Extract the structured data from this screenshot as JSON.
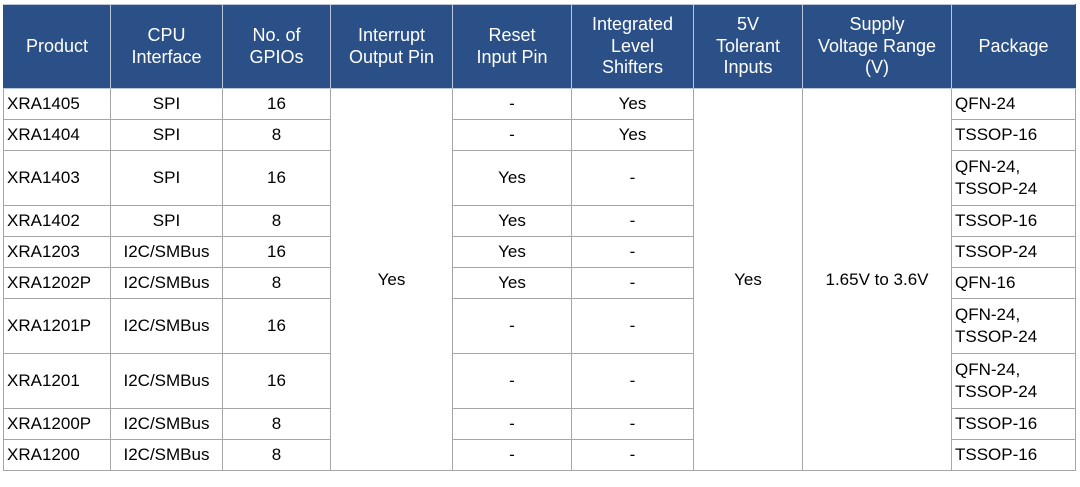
{
  "table": {
    "columns": [
      {
        "key": "product",
        "label": "Product"
      },
      {
        "key": "cpu",
        "label": "CPU\nInterface"
      },
      {
        "key": "gpios",
        "label": "No. of\nGPIOs"
      },
      {
        "key": "irq",
        "label": "Interrupt\nOutput Pin"
      },
      {
        "key": "reset",
        "label": "Reset\nInput Pin"
      },
      {
        "key": "level",
        "label": "Integrated\nLevel\nShifters"
      },
      {
        "key": "tol5v",
        "label": "5V\nTolerant\nInputs"
      },
      {
        "key": "supply",
        "label": "Supply\nVoltage Range\n(V)"
      },
      {
        "key": "package",
        "label": "Package"
      }
    ],
    "header_labels": {
      "product": "Product",
      "cpu_line1": "CPU",
      "cpu_line2": "Interface",
      "gpios_line1": "No. of",
      "gpios_line2": "GPIOs",
      "irq_line1": "Interrupt",
      "irq_line2": "Output Pin",
      "reset_line1": "Reset",
      "reset_line2": "Input Pin",
      "level_line1": "Integrated",
      "level_line2": "Level",
      "level_line3": "Shifters",
      "tol5v_line1": "5V",
      "tol5v_line2": "Tolerant",
      "tol5v_line3": "Inputs",
      "supply_line1": "Supply",
      "supply_line2": "Voltage Range",
      "supply_line3": "(V)",
      "package": "Package"
    },
    "merged_cells": {
      "interrupt_output_pin": "Yes",
      "tolerant_5v_inputs": "Yes",
      "supply_voltage_range": "1.65V to 3.6V"
    },
    "rows": [
      {
        "product": "XRA1405",
        "cpu": "SPI",
        "gpios": "16",
        "reset": "-",
        "level": "Yes",
        "package_line1": "QFN-24",
        "package_line2": "",
        "tall": false
      },
      {
        "product": "XRA1404",
        "cpu": "SPI",
        "gpios": "8",
        "reset": "-",
        "level": "Yes",
        "package_line1": "TSSOP-16",
        "package_line2": "",
        "tall": false
      },
      {
        "product": "XRA1403",
        "cpu": "SPI",
        "gpios": "16",
        "reset": "Yes",
        "level": "-",
        "package_line1": "QFN-24,",
        "package_line2": "TSSOP-24",
        "tall": true
      },
      {
        "product": "XRA1402",
        "cpu": "SPI",
        "gpios": "8",
        "reset": "Yes",
        "level": "-",
        "package_line1": "TSSOP-16",
        "package_line2": "",
        "tall": false
      },
      {
        "product": "XRA1203",
        "cpu": "I2C/SMBus",
        "gpios": "16",
        "reset": "Yes",
        "level": "-",
        "package_line1": "TSSOP-24",
        "package_line2": "",
        "tall": false
      },
      {
        "product": "XRA1202P",
        "cpu": "I2C/SMBus",
        "gpios": "8",
        "reset": "Yes",
        "level": "-",
        "package_line1": "QFN-16",
        "package_line2": "",
        "tall": false
      },
      {
        "product": "XRA1201P",
        "cpu": "I2C/SMBus",
        "gpios": "16",
        "reset": "-",
        "level": "-",
        "package_line1": "QFN-24,",
        "package_line2": "TSSOP-24",
        "tall": true
      },
      {
        "product": "XRA1201",
        "cpu": "I2C/SMBus",
        "gpios": "16",
        "reset": "-",
        "level": "-",
        "package_line1": "QFN-24,",
        "package_line2": "TSSOP-24",
        "tall": true
      },
      {
        "product": "XRA1200P",
        "cpu": "I2C/SMBus",
        "gpios": "8",
        "reset": "-",
        "level": "-",
        "package_line1": "TSSOP-16",
        "package_line2": "",
        "tall": false
      },
      {
        "product": "XRA1200",
        "cpu": "I2C/SMBus",
        "gpios": "8",
        "reset": "-",
        "level": "-",
        "package_line1": "TSSOP-16",
        "package_line2": "",
        "tall": false
      }
    ]
  },
  "colors": {
    "header_background": "#2b4f87",
    "header_text": "#ffffff",
    "grid_line": "#a6a6a6",
    "body_background": "#ffffff",
    "body_text": "#000000"
  }
}
